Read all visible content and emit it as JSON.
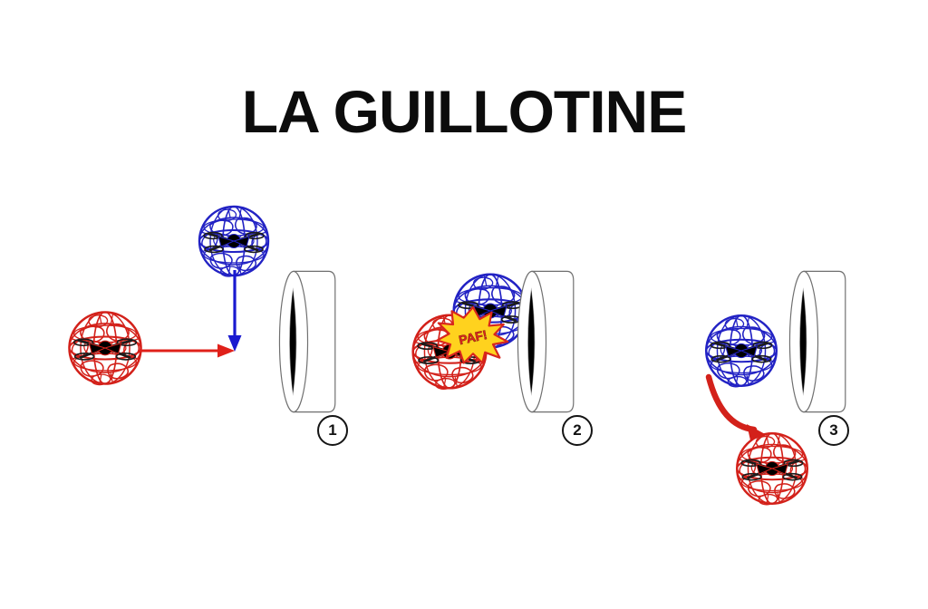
{
  "page": {
    "title": "LA GUILLOTINE",
    "background_color": "#ffffff",
    "title_color": "#0c0c0c"
  },
  "colors": {
    "red": "#d3211a",
    "red_dark": "#8e0f0b",
    "blue": "#2222c4",
    "blue_dark": "#14146b",
    "arrow_red": "#e0201a",
    "arrow_blue": "#1a1ad0",
    "gate_outline": "#6f6f6f",
    "gate_fill": "#ffffff",
    "gate_slot": "#000000",
    "burst_yellow": "#ffd21e",
    "burst_outline": "#d8261d",
    "badge_outline": "#151515",
    "rotor_dark": "#1a1a1a"
  },
  "panels": [
    {
      "id": "panel-1",
      "badge": "1",
      "caption": "",
      "elements": [
        {
          "name": "red-drone",
          "color": "red",
          "label": "red drone approaching horizontally"
        },
        {
          "name": "blue-drone",
          "color": "blue",
          "label": "blue drone approaching from above"
        },
        {
          "name": "red-arrow-right",
          "color": "arrow_red",
          "direction": "right"
        },
        {
          "name": "blue-arrow-down",
          "color": "arrow_blue",
          "direction": "down"
        },
        {
          "name": "gate-ring",
          "label": "guillotine gate"
        }
      ]
    },
    {
      "id": "panel-2",
      "badge": "2",
      "caption": "",
      "impact_text": "PAF!",
      "elements": [
        {
          "name": "blue-drone",
          "color": "blue",
          "label": "blue drone colliding"
        },
        {
          "name": "red-drone",
          "color": "red",
          "label": "red drone colliding"
        },
        {
          "name": "impact-burst",
          "color": "burst_yellow",
          "label": "collision starburst"
        },
        {
          "name": "gate-ring",
          "label": "guillotine gate"
        }
      ]
    },
    {
      "id": "panel-3",
      "badge": "3",
      "caption": "",
      "elements": [
        {
          "name": "blue-drone",
          "color": "blue",
          "label": "blue drone remaining"
        },
        {
          "name": "curved-red-arrow",
          "color": "arrow_red",
          "direction": "down-right"
        },
        {
          "name": "red-drone",
          "color": "red",
          "label": "red drone falling"
        },
        {
          "name": "gate-ring",
          "label": "guillotine gate"
        }
      ]
    }
  ]
}
